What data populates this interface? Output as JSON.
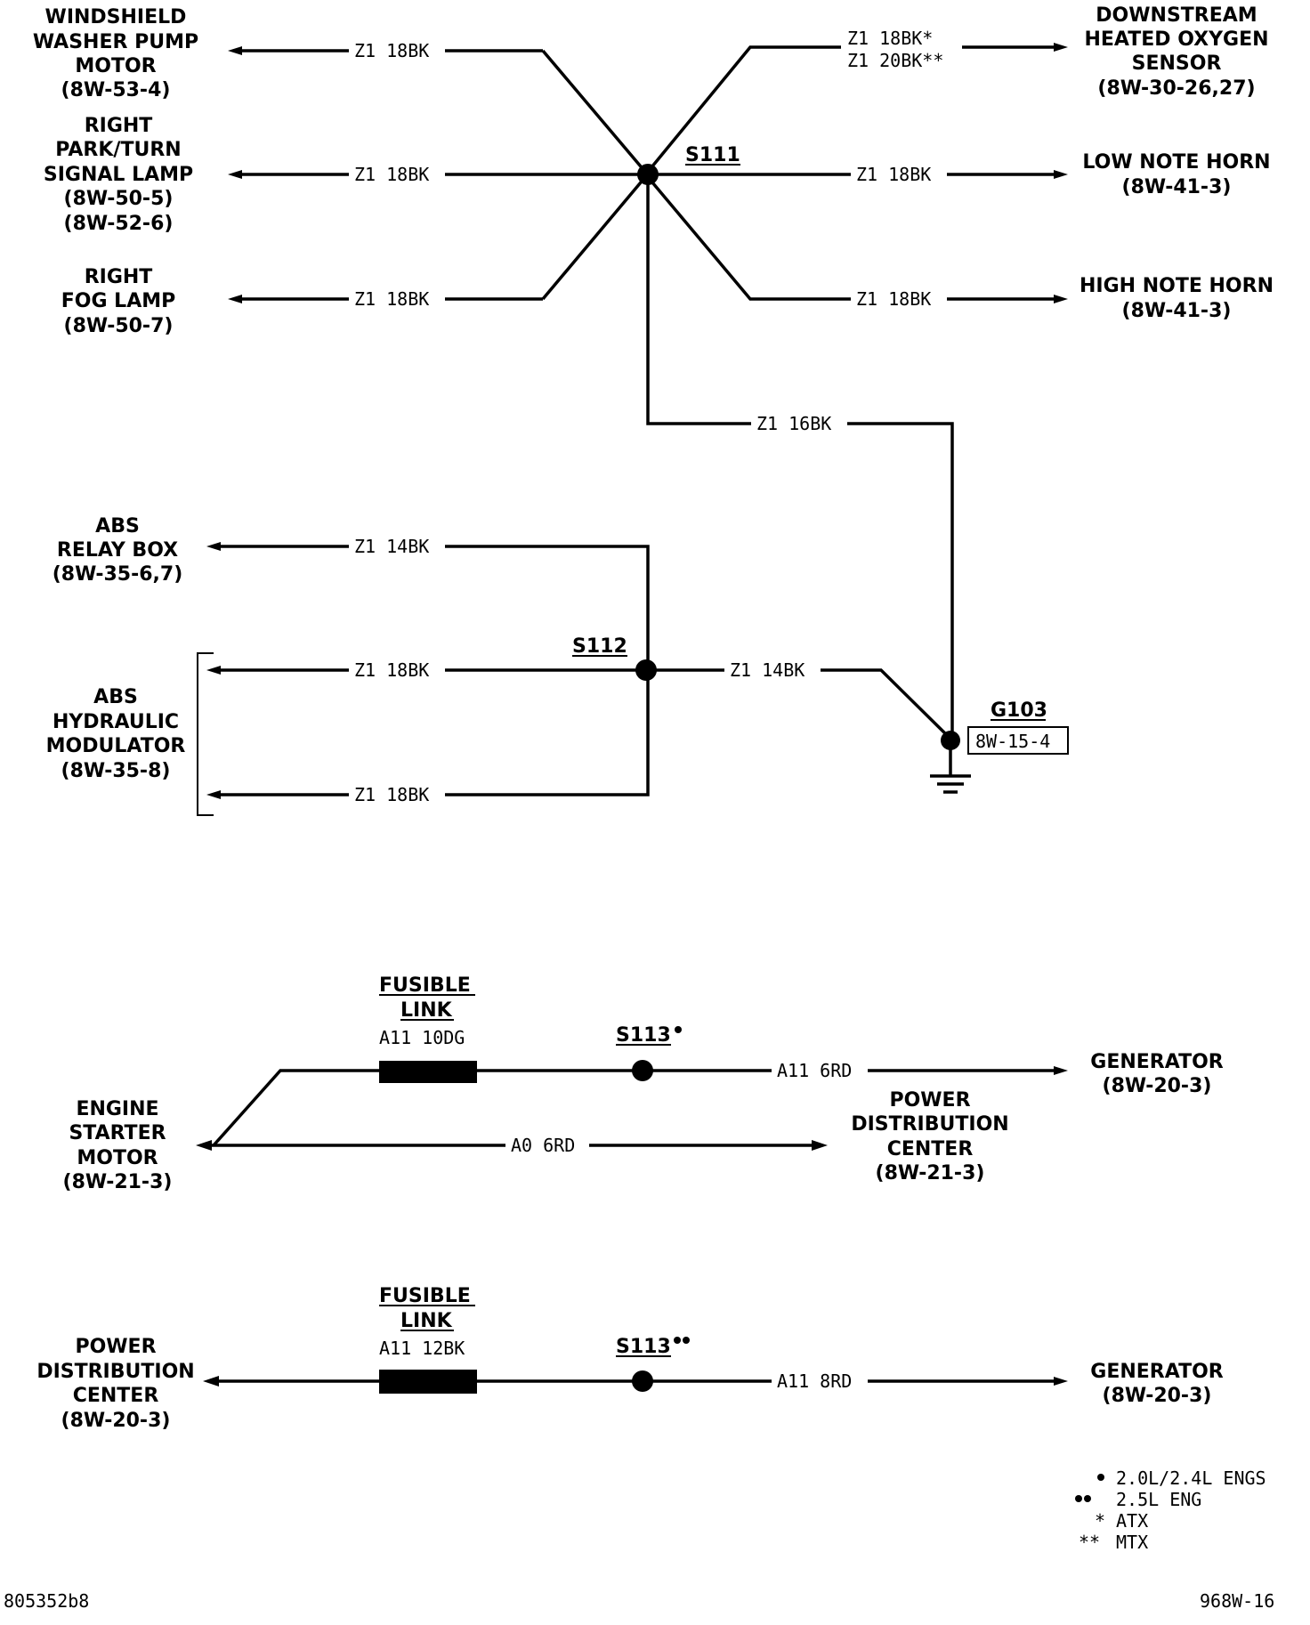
{
  "components": {
    "washer_pump": [
      "WINDSHIELD",
      "WASHER PUMP",
      "MOTOR",
      "(8W-53-4)"
    ],
    "right_park_turn": [
      "RIGHT",
      "PARK/TURN",
      "SIGNAL LAMP",
      "(8W-50-5)",
      "(8W-52-6)"
    ],
    "right_fog_lamp": [
      "RIGHT",
      "FOG LAMP",
      "(8W-50-7)"
    ],
    "oxygen_sensor": [
      "DOWNSTREAM",
      "HEATED OXYGEN",
      "SENSOR",
      "(8W-30-26,27)"
    ],
    "low_note_horn": [
      "LOW NOTE HORN",
      "(8W-41-3)"
    ],
    "high_note_horn": [
      "HIGH NOTE HORN",
      "(8W-41-3)"
    ],
    "abs_relay_box": [
      "ABS",
      "RELAY BOX",
      "(8W-35-6,7)"
    ],
    "abs_modulator": [
      "ABS",
      "HYDRAULIC",
      "MODULATOR",
      "(8W-35-8)"
    ],
    "starter_motor": [
      "ENGINE",
      "STARTER",
      "MOTOR",
      "(8W-21-3)"
    ],
    "pdc_top": [
      "POWER",
      "DISTRIBUTION",
      "CENTER",
      "(8W-21-3)"
    ],
    "generator_top": [
      "GENERATOR",
      "(8W-20-3)"
    ],
    "pdc_bottom": [
      "POWER",
      "DISTRIBUTION",
      "CENTER",
      "(8W-20-3)"
    ],
    "generator_bottom": [
      "GENERATOR",
      "(8W-20-3)"
    ]
  },
  "wires": {
    "washer": "Z1 18BK",
    "park_turn": "Z1 18BK",
    "fog": "Z1 18BK",
    "oxygen_atx": "Z1 18BK*",
    "oxygen_mtx": "Z1 20BK**",
    "low_horn": "Z1 18BK",
    "high_horn": "Z1 18BK",
    "s111_ground": "Z1 16BK",
    "abs_relay": "Z1 14BK",
    "abs_mod_1": "Z1 18BK",
    "abs_mod_2": "Z1 18BK",
    "s112_ground": "Z1 14BK",
    "fusible_1": "A11 10DG",
    "gen_1": "A11 6RD",
    "starter_pdc": "A0 6RD",
    "fusible_2": "A11 12BK",
    "gen_2": "A11 8RD"
  },
  "splices": {
    "s111": "S111",
    "s112": "S112",
    "s113a": "S113",
    "s113b": "S113"
  },
  "ground": {
    "id": "G103",
    "ref": "8W-15-4"
  },
  "fusible_link": [
    "FUSIBLE",
    "LINK"
  ],
  "legend": {
    "one_dot": "2.0L/2.4L ENGS",
    "two_dots": "2.5L ENG",
    "one_star_symbol": "*",
    "one_star": "ATX",
    "two_stars_symbol": "**",
    "two_stars": "MTX"
  },
  "footer": {
    "left": "805352b8",
    "right": "968W-16"
  }
}
